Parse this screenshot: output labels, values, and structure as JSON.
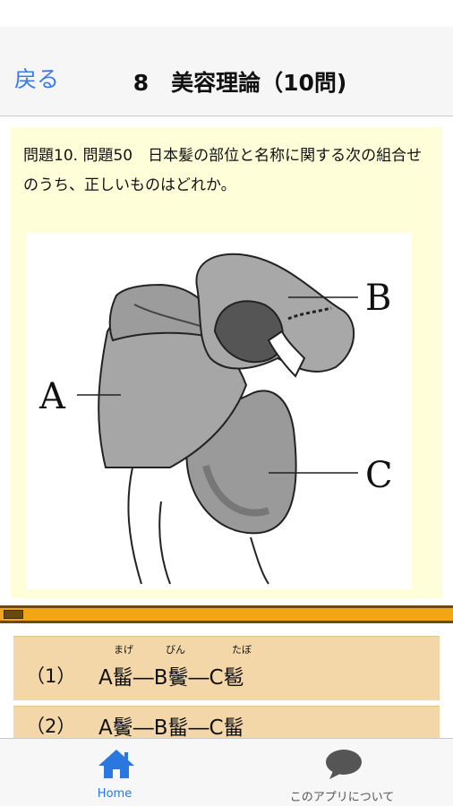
{
  "nav": {
    "back_label": "戻る",
    "title": "8　美容理論（10問)"
  },
  "question": {
    "text": "問題10. 問題50　日本髪の部位と名称に関する次の組合せのうち、正しいものはどれか。",
    "figure_labels": {
      "a": "A",
      "b": "B",
      "c": "C"
    }
  },
  "progress": {
    "fraction": 0.045
  },
  "choices": [
    {
      "number": "（1）",
      "text": "A髷―B鬢―C髱",
      "ruby": [
        "まげ",
        "びん",
        "たぼ"
      ]
    },
    {
      "number": "（2）",
      "text": "A鬢―B髷―C髷",
      "ruby": []
    }
  ],
  "tabs": {
    "home_label": "Home",
    "about_label": "このアプリについて"
  },
  "colors": {
    "accent": "#2a77e0",
    "panel": "#fefed8",
    "choice_bg": "#f3d7a8",
    "progress": "#f3a614"
  }
}
